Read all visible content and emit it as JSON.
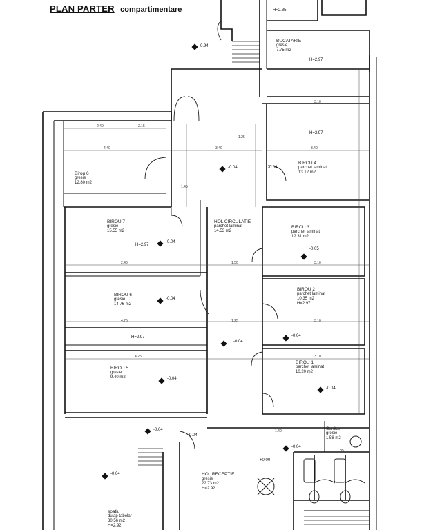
{
  "title": {
    "main": "PLAN PARTER",
    "sub": "compartimentare"
  },
  "rooms": [
    {
      "id": "bucatarie",
      "name": "BUCATARIE",
      "floor": "gresie",
      "area": "7.75 m2",
      "extra": "H=2.97"
    },
    {
      "id": "birou4",
      "name": "BIROU 4",
      "floor": "parchet laminat",
      "area": "13.12 m2",
      "extra": ""
    },
    {
      "id": "birou6",
      "name": "Birou 6",
      "floor": "gresie",
      "area": "12.80 m2",
      "extra": ""
    },
    {
      "id": "hol",
      "name": "HOL CIRCULATIE",
      "floor": "parchet laminat",
      "area": "14.53 m2",
      "extra": ""
    },
    {
      "id": "birou7",
      "name": "BIROU 7",
      "floor": "gresie",
      "area": "15.55 m2",
      "extra": ""
    },
    {
      "id": "birou3",
      "name": "BIROU 3",
      "floor": "parchet laminat",
      "area": "12.31 m2",
      "extra": ""
    },
    {
      "id": "birou6b",
      "name": "BIROU 6",
      "floor": "gresie",
      "area": "14.76 m2",
      "extra": ""
    },
    {
      "id": "birou2",
      "name": "BIROU 2",
      "floor": "parchet laminat",
      "area": "10.35 m2",
      "extra": "H=2.97"
    },
    {
      "id": "birou5",
      "name": "BIROU 5",
      "floor": "gresie",
      "area": "9.40 m2",
      "extra": ""
    },
    {
      "id": "birou1",
      "name": "BIROU 1",
      "floor": "parchet laminat",
      "area": "10.20 m2",
      "extra": ""
    },
    {
      "id": "grupsanitar",
      "name": "Sanitar",
      "floor": "gresie",
      "area": "1.58 m2",
      "extra": ""
    },
    {
      "id": "holreceptie",
      "name": "HOL RECEPTIE",
      "floor": "gresie",
      "area": "22.73 m2",
      "extra": "H=2.92"
    },
    {
      "id": "spatiu",
      "name": "spatiu",
      "floor": "dulap tabelar",
      "area": "30.56 m2",
      "extra": "H=2.92"
    }
  ],
  "levels": [
    "-0.94",
    "-0.04",
    "-0.04",
    "-0.05",
    "-0.04",
    "-0.04",
    "-0.04",
    "-0.04",
    "-0.04",
    "-0.04",
    "-0.04",
    "-0.04",
    "-0.04",
    "+0.00",
    "-0.04"
  ],
  "heights": [
    "H=2.97",
    "H=2.97",
    "H=2.97",
    "H=2.85"
  ],
  "dims": {
    "top": [
      "2.40",
      "2.15"
    ],
    "row6": [
      "4.40",
      "3.40",
      "1.25"
    ],
    "mid": [
      "3.10",
      "1.45",
      "3.40",
      "1.50",
      "3.10",
      "2.40",
      "3.10"
    ],
    "low": [
      "4.25",
      "1.25",
      "3.10",
      "4.75",
      "1.40",
      "1.85"
    ]
  }
}
